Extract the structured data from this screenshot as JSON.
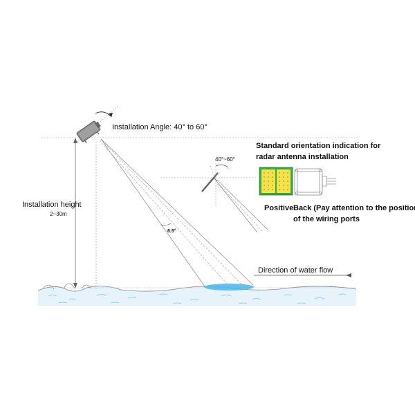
{
  "labels": {
    "installation_angle": "Installation Angle: 40°  to 60°",
    "standard_orientation_line1": "Standard orientation indication for",
    "standard_orientation_line2": "radar antenna installation",
    "small_angle": "40°~60°",
    "installation_height": "Installation height",
    "height_range": "2~30m",
    "positive": "Positive",
    "back_line1": "Back (Pay attention to the position",
    "back_line2": "of the wiring ports",
    "beam_angle": "6.5°",
    "water_flow": "Direction of water flow"
  },
  "colors": {
    "line": "#888888",
    "dash": "#999999",
    "water": "#e6f3fb",
    "footprint": "#48b6ec",
    "radar_body": "#8a8a8a",
    "antenna_panel": "#f3e24a",
    "antenna_border": "#39a845"
  },
  "icons": {
    "radar_device": "radar-sensor-icon",
    "small_radar": "radar-side-view-icon",
    "front_view": "antenna-front-icon",
    "back_view": "sensor-back-icon"
  }
}
